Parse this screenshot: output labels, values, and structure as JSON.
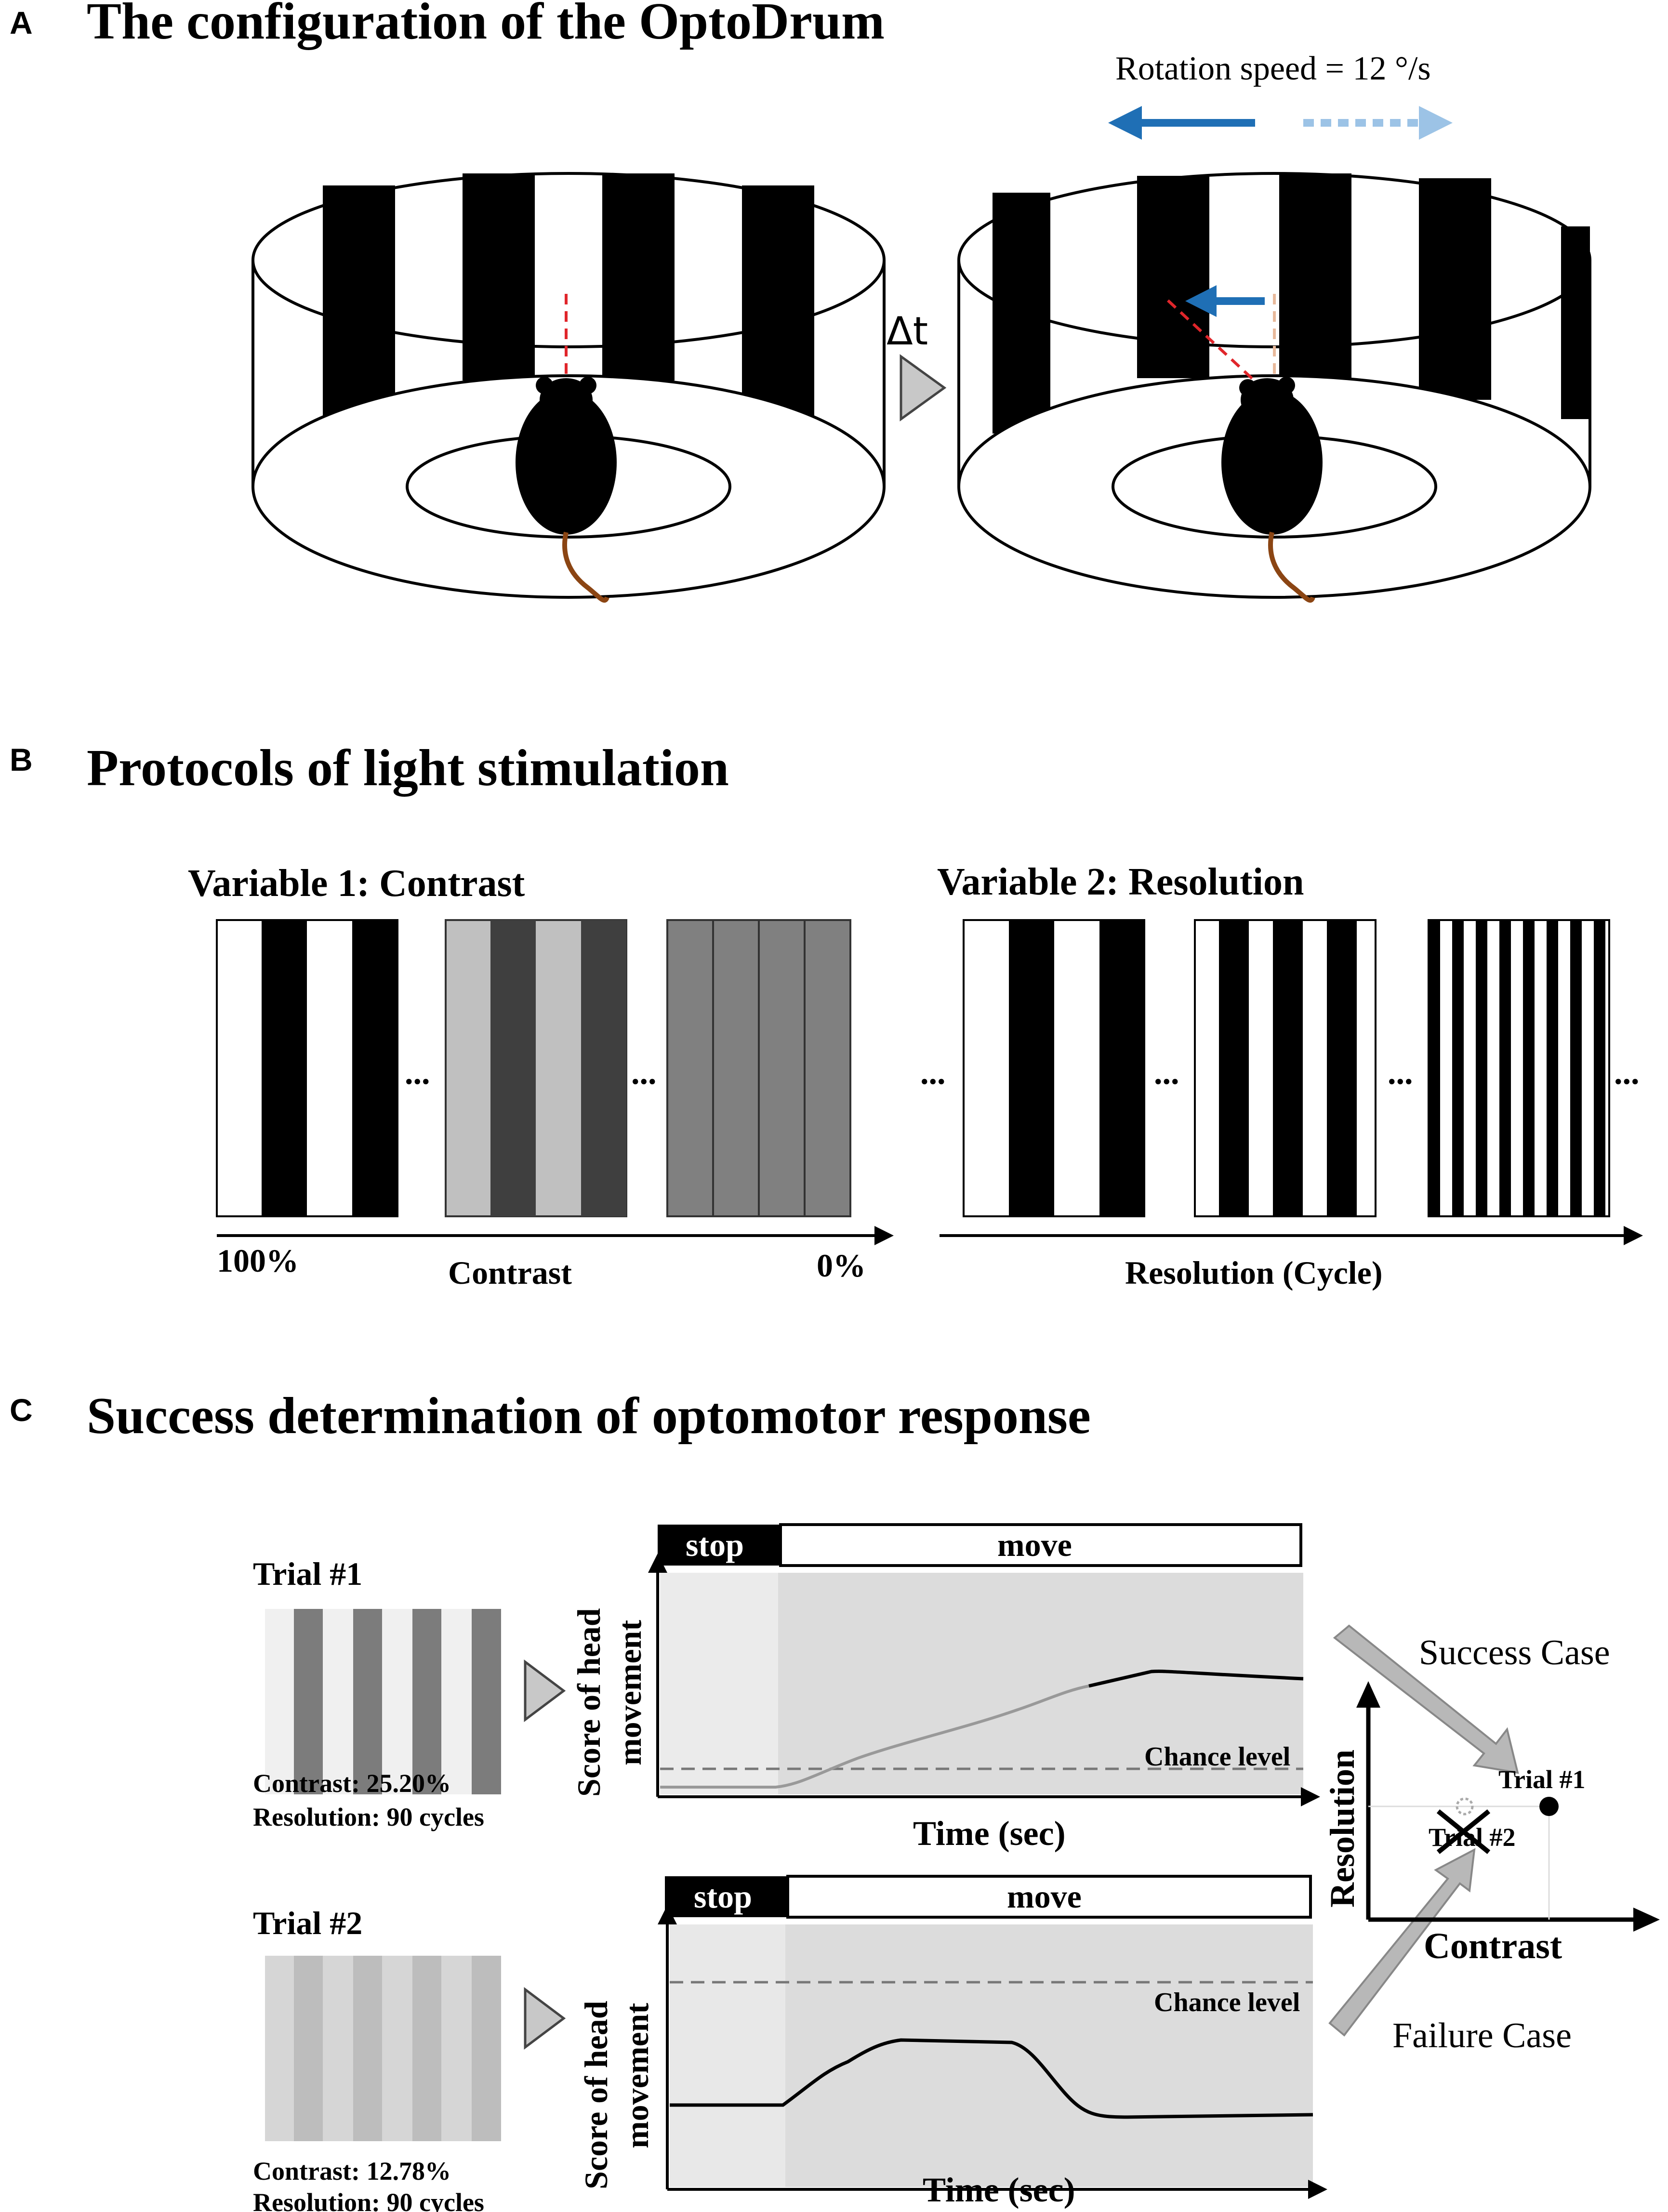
{
  "panels": {
    "a": {
      "letter": "A",
      "title": "The configuration of the OptoDrum",
      "rotation_speed": "Rotation speed = 12 °/s",
      "delta_t": "Δt"
    },
    "b": {
      "letter": "B",
      "title": "Protocols of light stimulation",
      "variable1": "Variable 1: Contrast",
      "variable2": "Variable 2: Resolution",
      "contrast_start": "100%",
      "contrast_axis": "Contrast",
      "contrast_end": "0%",
      "resolution_axis": "Resolution (Cycle)",
      "ellipsis": "..."
    },
    "c": {
      "letter": "C",
      "title": "Success determination of optomotor response",
      "trial1": {
        "title": "Trial #1",
        "contrast": "Contrast: 25.20%",
        "resolution": "Resolution: 90 cycles"
      },
      "trial2": {
        "title": "Trial #2",
        "contrast": "Contrast: 12.78%",
        "resolution": "Resolution: 90 cycles"
      },
      "plot1": {
        "stop": "stop",
        "move": "move",
        "ylabel_1": "Score of head",
        "ylabel_2": "movement",
        "xlabel": "Time (sec)",
        "chance": "Chance level"
      },
      "plot2": {
        "stop": "stop",
        "move": "move",
        "ylabel_1": "Score of head",
        "ylabel_2": "movement",
        "xlabel": "Time (sec)",
        "chance": "Chance level"
      },
      "summary": {
        "success": "Success Case",
        "failure": "Failure Case",
        "ylabel": "Resolution",
        "xlabel": "Contrast",
        "trial1": "Trial #1",
        "trial2": "Trial #2"
      }
    }
  },
  "colors": {
    "arrow_blue": "#1f6fb5",
    "arrow_light_blue": "#9cc3e6",
    "red_dash": "#e0262b",
    "tail": "#8b4513",
    "plot_bg": "#dcdcdc"
  }
}
